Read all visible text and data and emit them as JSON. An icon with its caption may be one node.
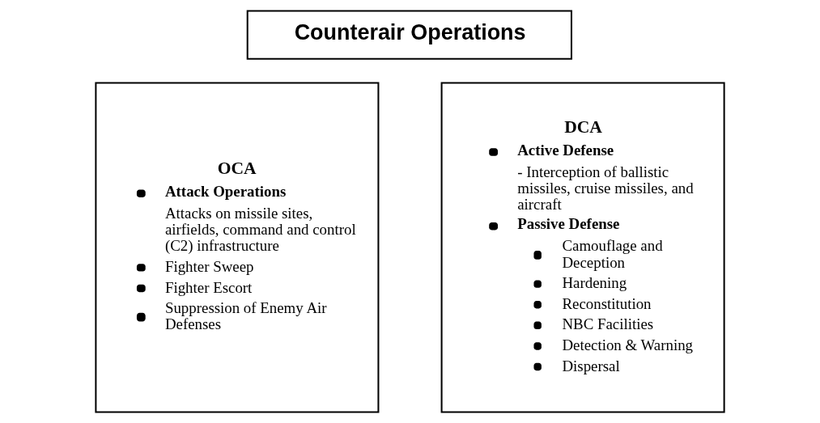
{
  "diagram": {
    "nodes": [
      {
        "text": [
          "Counterair Operations"
        ]
      },
      {
        "text": [
          "OCA",
          "Attack Operations",
          "Attacks on missile sites, airfields, command and control (C2) infrastructure",
          "Fighter Sweep",
          "Fighter Escort",
          "Suppression of Enemy Air Defenses"
        ]
      },
      {
        "text": [
          "DCA",
          "Active Defense",
          "- Interception of ballistic missiles, cruise missiles, and aircraft",
          "Passive Defense",
          "Camouflage and Deception",
          "Hardening",
          "Reconstitution",
          "NBC Facilities",
          "Detection & Warning",
          "Dispersal"
        ]
      }
    ]
  }
}
